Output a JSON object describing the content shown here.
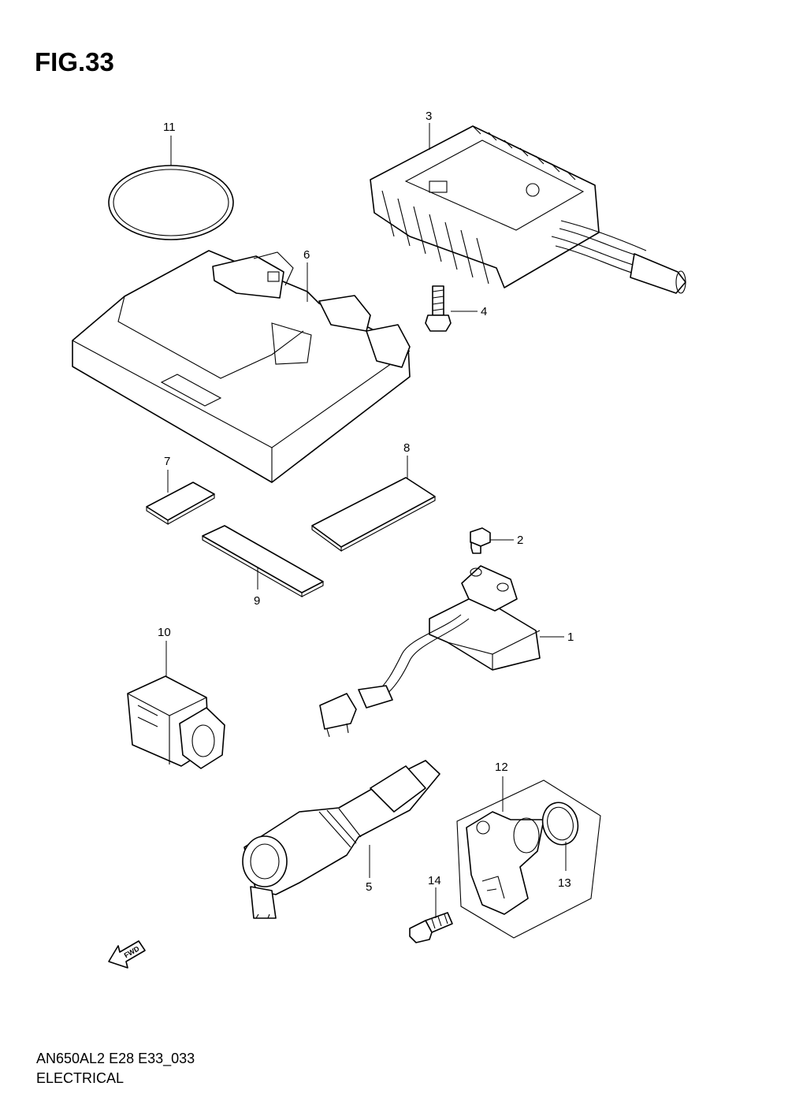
{
  "figure": {
    "title": "FIG.33",
    "code": "AN650AL2 E28 E33_033",
    "section": "ELECTRICAL"
  },
  "callouts": [
    "1",
    "2",
    "3",
    "4",
    "5",
    "6",
    "7",
    "8",
    "9",
    "10",
    "11",
    "12",
    "13",
    "14"
  ],
  "direction_marker": {
    "label": "FWD",
    "icon": "forward-arrow-icon"
  }
}
